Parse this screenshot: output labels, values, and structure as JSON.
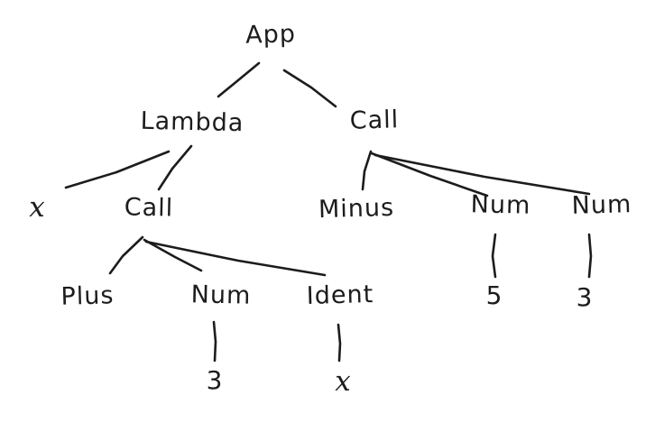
{
  "background": "#ffffff",
  "ink_color": "#1c1c1c",
  "diagram": {
    "type": "tree",
    "description": "Hand-drawn abstract syntax tree of a lambda application",
    "nodes": {
      "app": "App",
      "lambda": "Lambda",
      "call_right": "Call",
      "param_x": "x",
      "call_left": "Call",
      "minus": "Minus",
      "num_right_1": "Num",
      "num_right_2": "Num",
      "plus": "Plus",
      "num_left": "Num",
      "ident": "Ident",
      "num_left_value": "3",
      "ident_x": "x",
      "num_right_1_value": "5",
      "num_right_2_value": "3"
    },
    "tree": {
      "label": "App",
      "children": [
        {
          "label": "Lambda",
          "children": [
            {
              "label": "x"
            },
            {
              "label": "Call",
              "children": [
                {
                  "label": "Plus"
                },
                {
                  "label": "Num",
                  "children": [
                    {
                      "label": "3"
                    }
                  ]
                },
                {
                  "label": "Ident",
                  "children": [
                    {
                      "label": "x"
                    }
                  ]
                }
              ]
            }
          ]
        },
        {
          "label": "Call",
          "children": [
            {
              "label": "Minus"
            },
            {
              "label": "Num",
              "children": [
                {
                  "label": "5"
                }
              ]
            },
            {
              "label": "Num",
              "children": [
                {
                  "label": "3"
                }
              ]
            }
          ]
        }
      ]
    },
    "edges": [
      [
        "App",
        "Lambda"
      ],
      [
        "App",
        "Call(right)"
      ],
      [
        "Lambda",
        "x"
      ],
      [
        "Lambda",
        "Call(left)"
      ],
      [
        "Call(right)",
        "Minus"
      ],
      [
        "Call(right)",
        "Num(5)"
      ],
      [
        "Call(right)",
        "Num(3)"
      ],
      [
        "Call(left)",
        "Plus"
      ],
      [
        "Call(left)",
        "Num(3)"
      ],
      [
        "Call(left)",
        "Ident"
      ],
      [
        "Num(left)",
        "3"
      ],
      [
        "Ident",
        "x"
      ],
      [
        "Num(mid)",
        "5"
      ],
      [
        "Num(right)",
        "3"
      ]
    ]
  }
}
